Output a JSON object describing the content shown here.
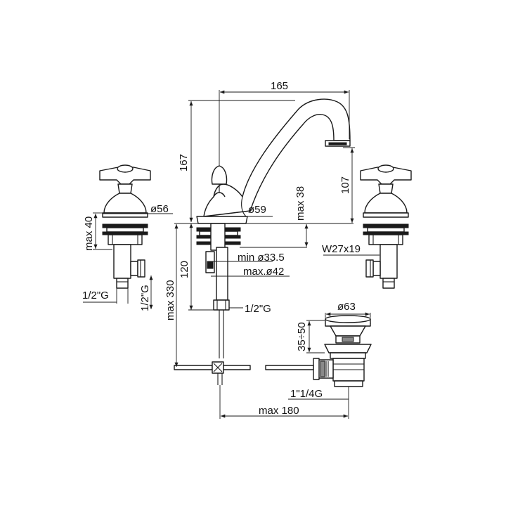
{
  "dimensions": {
    "spout_reach": "165",
    "total_height": "167",
    "spout_outlet_height": "107",
    "spout_base_dia": "ø59",
    "deck_thickness_spout": "max 38",
    "handle_base_dia": "ø56",
    "deck_thickness_valve": "max 40",
    "valve_nut": "W27x19",
    "hole_min": "min ø33.5",
    "hole_max": "max.ø42",
    "hose_length": "120",
    "hose_conn": "1/2\"G",
    "valve_conn_left": "1/2\"G",
    "valve_conn_down": "1/2\"G",
    "under_deck": "max 330",
    "drain_dia": "ø63",
    "drain_range": "35÷50",
    "drain_thread": "1\"1/4G",
    "drain_offset": "max 180"
  },
  "colors": {
    "line": "#1a1a1a",
    "background": "#ffffff"
  }
}
